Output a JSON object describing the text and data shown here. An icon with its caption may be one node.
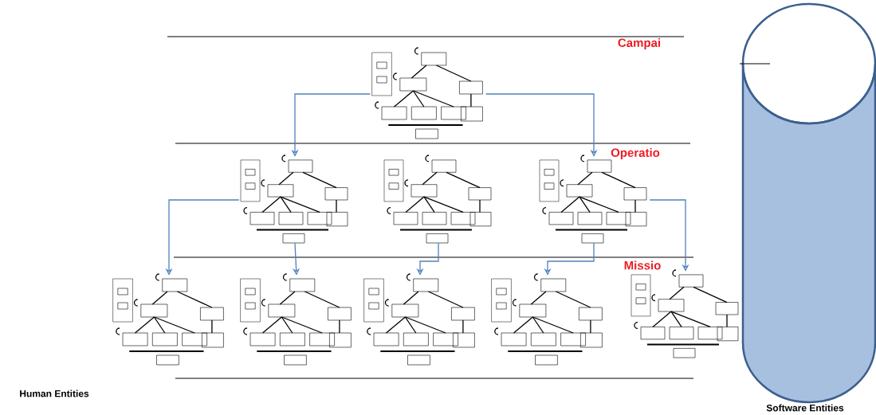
{
  "diagram": {
    "nodes": [
      {
        "text": [],
        "shape": "picture"
      },
      {
        "text": [],
        "shape": "picture"
      },
      {
        "text": [],
        "shape": "picture"
      },
      {
        "text": [],
        "shape": "picture"
      },
      {
        "text": [],
        "shape": "picture"
      },
      {
        "text": [],
        "shape": "picture"
      },
      {
        "text": [],
        "shape": "picture"
      },
      {
        "text": [],
        "shape": "picture"
      },
      {
        "text": [],
        "shape": "picture"
      },
      {
        "text": [
          "Software Entities"
        ]
      }
    ],
    "edges": [
      {
        "from": 0,
        "to": 1,
        "arrow": "to"
      },
      {
        "from": 0,
        "to": 3,
        "arrow": "to"
      },
      {
        "from": 1,
        "to": 4,
        "arrow": "to"
      },
      {
        "from": 1,
        "to": 5,
        "arrow": "to"
      },
      {
        "from": 2,
        "to": 6,
        "arrow": "to"
      },
      {
        "from": 3,
        "to": 7,
        "arrow": "to"
      },
      {
        "from": 3,
        "to": 8,
        "arrow": "to"
      }
    ],
    "labels": [
      "Campai",
      "Operatio",
      "Missio",
      "Human Entities"
    ]
  }
}
